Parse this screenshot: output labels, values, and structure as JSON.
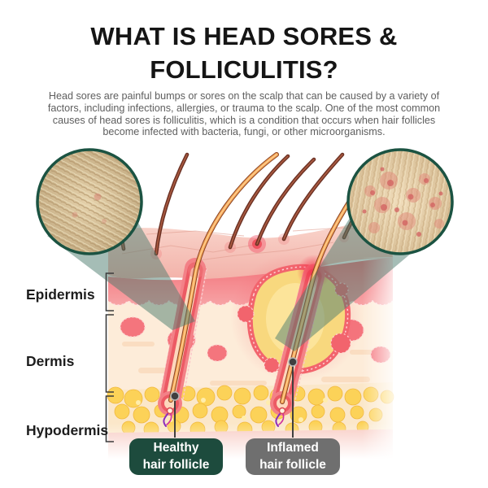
{
  "header": {
    "title": "WHAT IS HEAD SORES &\nFOLLICULITIS?",
    "intro": "Head sores are painful bumps or sores on the scalp that can be caused by a variety of factors, including infections, allergies, or trauma to the scalp. One of the most common causes of head sores is folliculitis, which is a condition that occurs when hair follicles become infected with bacteria, fungi, or other microorganisms."
  },
  "diagram": {
    "skin_layers": [
      {
        "label": "Epidermis"
      },
      {
        "label": "Dermis"
      },
      {
        "label": "Hypodermis"
      }
    ],
    "callouts": [
      {
        "label": "Healthy\nhair follicle",
        "color": "#1d4b3d"
      },
      {
        "label": "Inflamed\nhair follicle",
        "color": "#6f6f6f"
      }
    ],
    "insets": [
      {
        "name": "healthy-scalp-photo"
      },
      {
        "name": "inflamed-scalp-photo"
      }
    ],
    "colors": {
      "inset_ring_green": "#1b5342",
      "wedge_teal": "#4b7c6d",
      "healthy_callout_bg": "#1d4b3d",
      "inflamed_callout_bg": "#6f6f6f",
      "title_text": "#151515",
      "body_text": "#5e5e5e",
      "epidermis_band": "#f26d75",
      "dermis_fill": "#fdecd9",
      "fat_yellow": "#fcd258",
      "inflammation_red": "#f2646d",
      "pus_yellow": "#f8d87e"
    }
  }
}
